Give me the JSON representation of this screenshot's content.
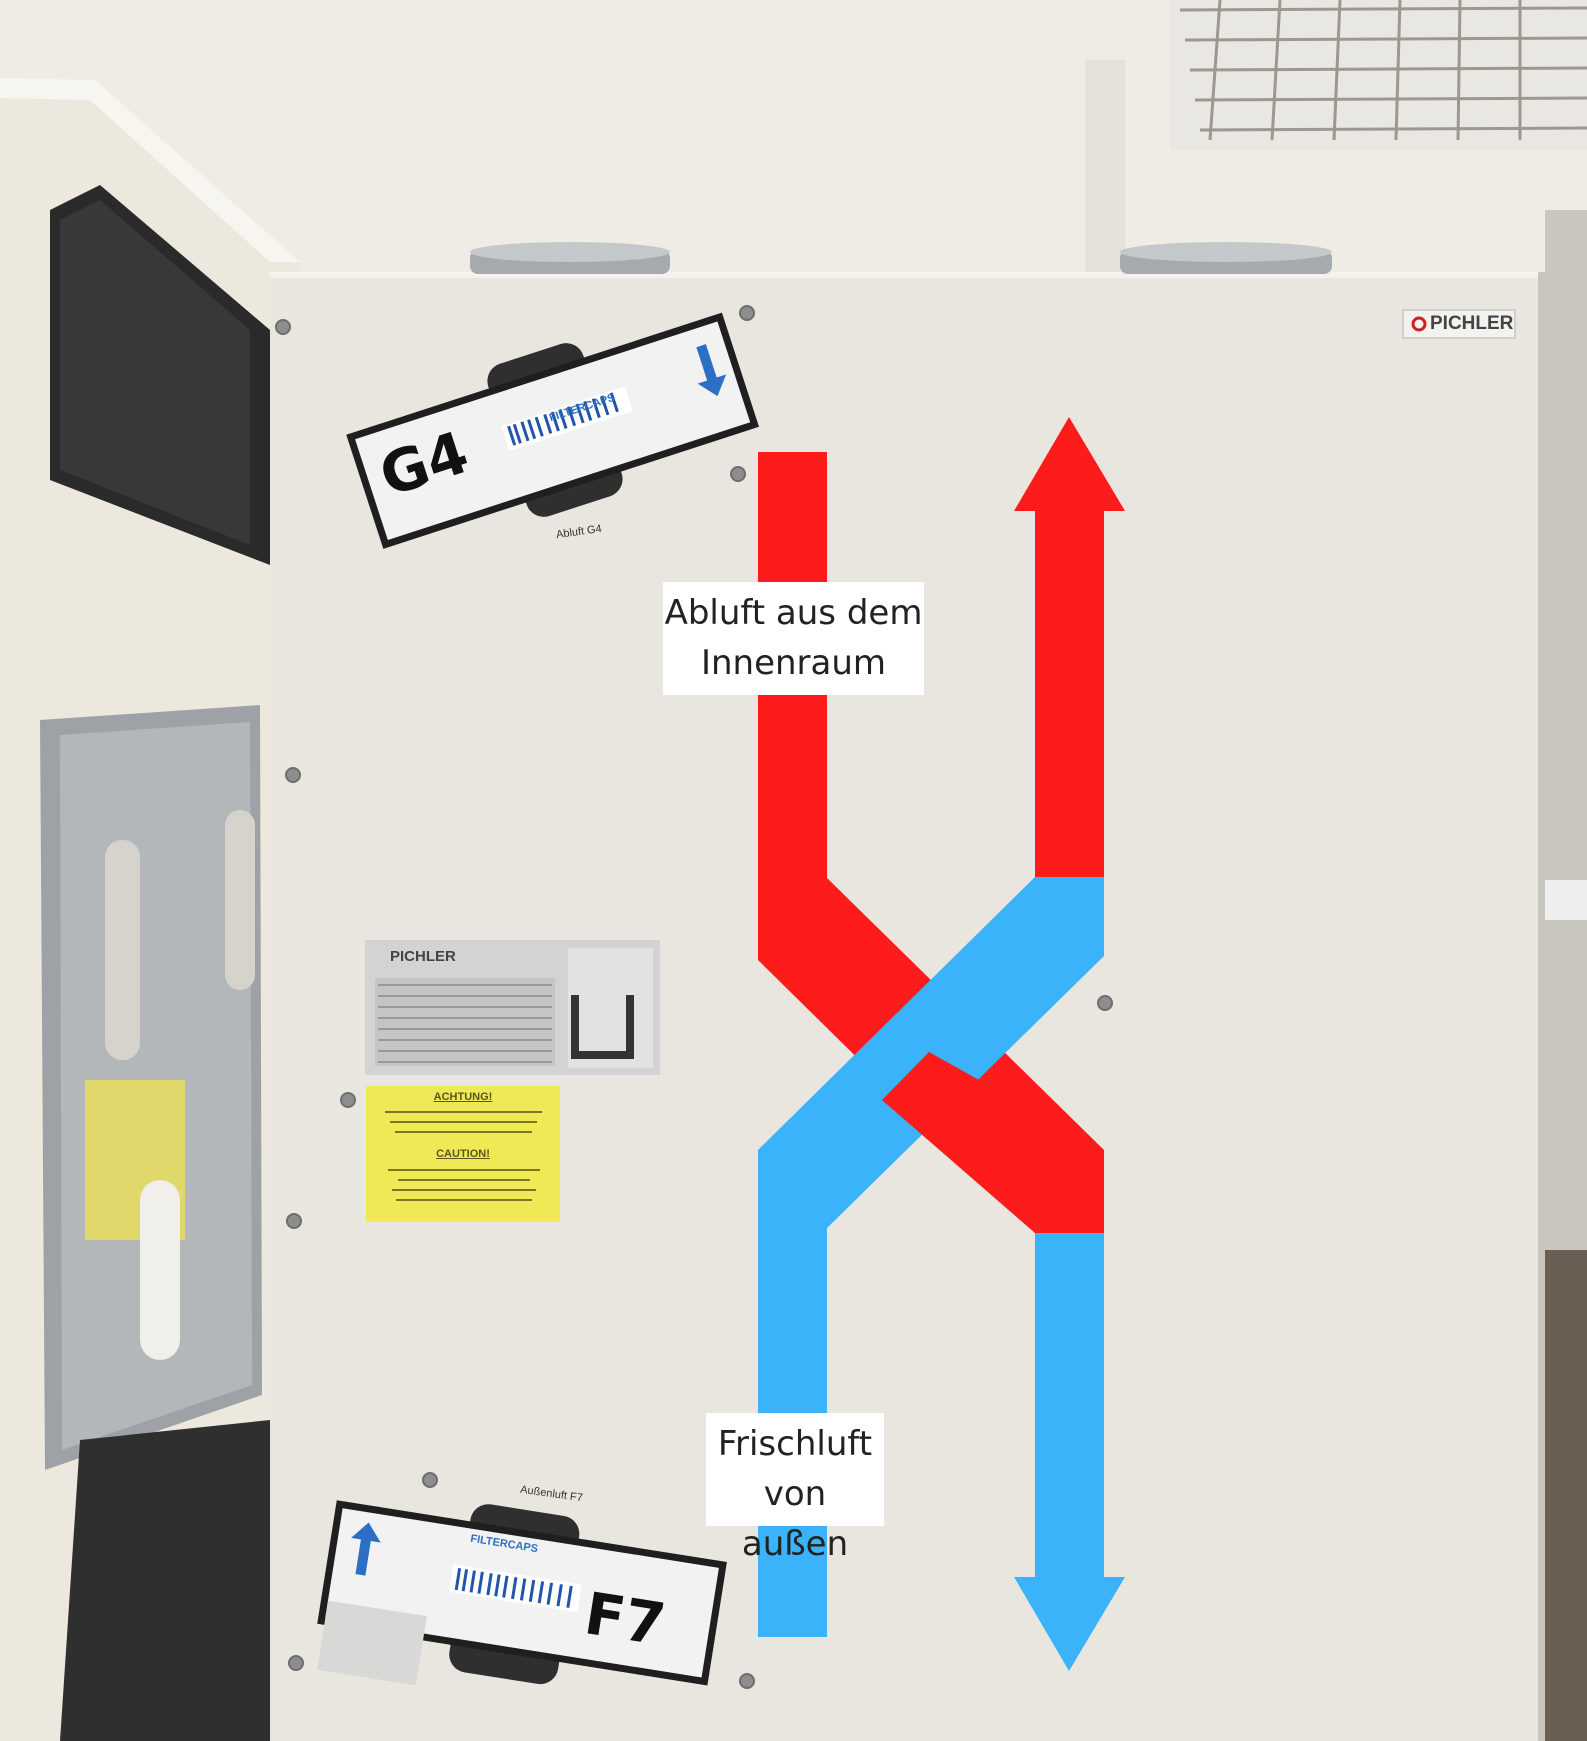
{
  "brand": {
    "logo_text": "PICHLER",
    "plate_logo_text": "PICHLER"
  },
  "filters": {
    "top": {
      "class_label": "G4",
      "slot_label": "Abluft G4",
      "brand": "FILTERCAPS"
    },
    "bottom": {
      "class_label": "F7",
      "slot_label": "Außenluft F7",
      "brand": "FILTERCAPS"
    }
  },
  "annotations": {
    "exhaust": {
      "line1": "Abluft aus dem",
      "line2": "Innenraum"
    },
    "fresh": {
      "line1": "Frischluft",
      "line2": "von außen"
    }
  },
  "warning_label": {
    "title_de": "ACHTUNG!",
    "title_en": "CAUTION!"
  },
  "colors": {
    "warm_air": "#fe1b1b",
    "cool_air": "#3bb3fb",
    "panel": "#e8e6df",
    "label_bg": "#ffffff"
  }
}
